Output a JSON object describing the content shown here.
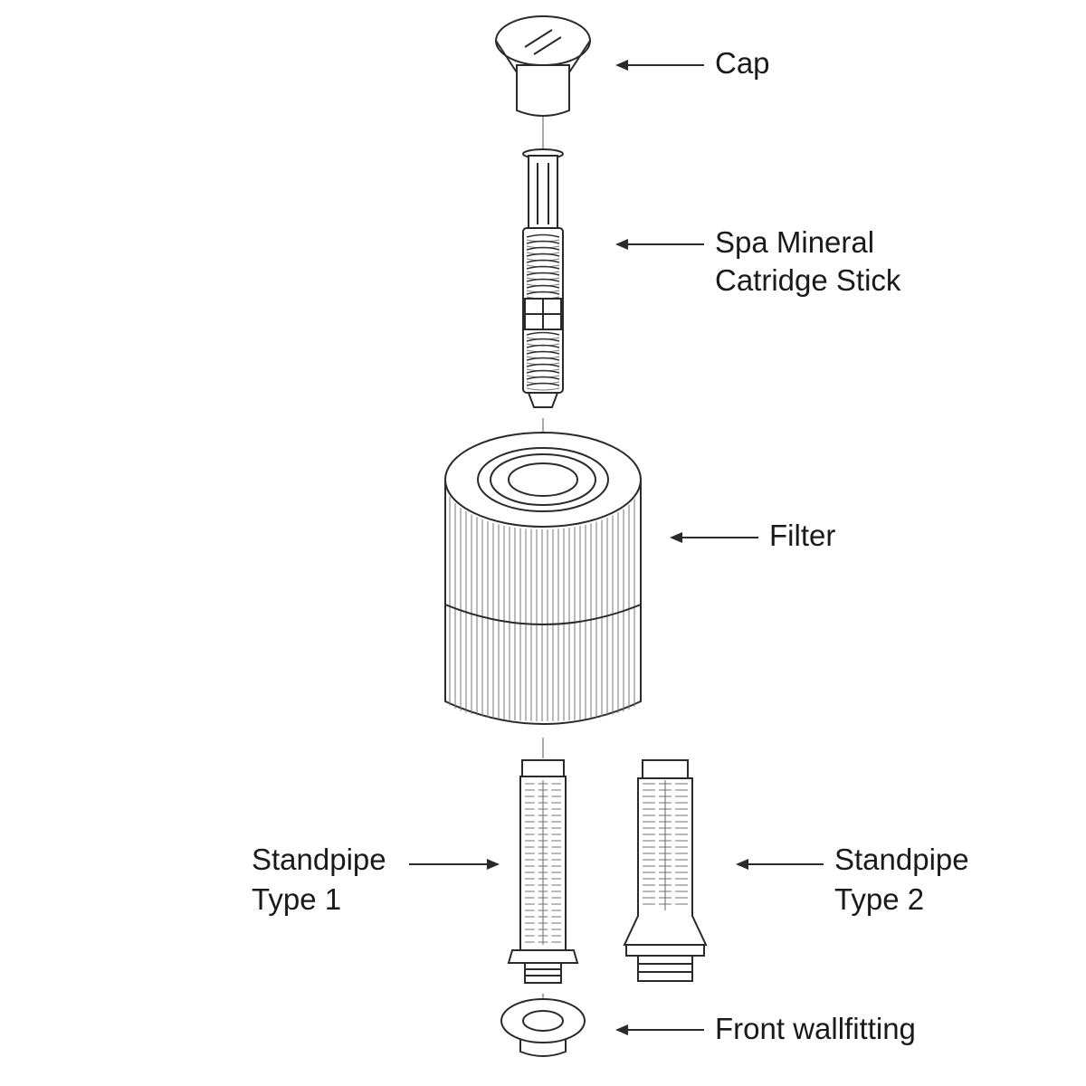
{
  "labels": {
    "cap": "Cap",
    "cartridge_line1": "Spa Mineral",
    "cartridge_line2": "Catridge Stick",
    "filter": "Filter",
    "standpipe1_line1": "Standpipe",
    "standpipe1_line2": "Type 1",
    "standpipe2_line1": "Standpipe",
    "standpipe2_line2": "Type 2",
    "wallfitting": "Front wallfitting"
  },
  "colors": {
    "line": "#2a2a2a",
    "text": "#1a1a1a",
    "background": "#ffffff"
  }
}
